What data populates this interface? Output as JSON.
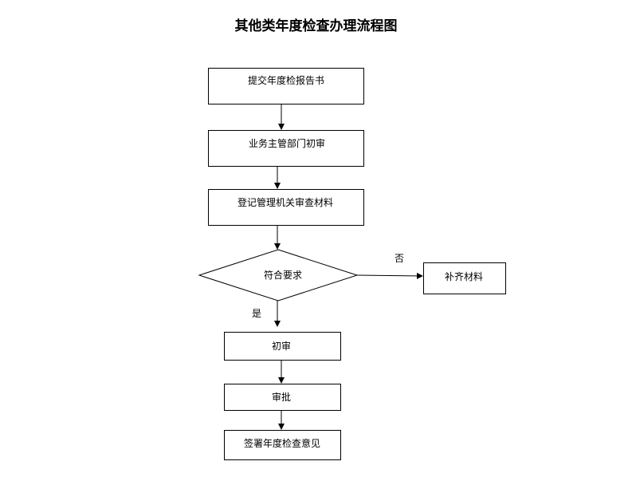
{
  "title": "其他类年度检查办理流程图",
  "steps": {
    "submit": "提交年度检报告书",
    "preliminary_dept": "业务主管部门初审",
    "registry_review": "登记管理机关审查材料",
    "decision": "符合要求",
    "supplement": "补齐材料",
    "initial_review": "初审",
    "approval": "审批",
    "sign_opinion": "签署年度检查意见"
  },
  "branch_labels": {
    "no": "否",
    "yes": "是"
  }
}
